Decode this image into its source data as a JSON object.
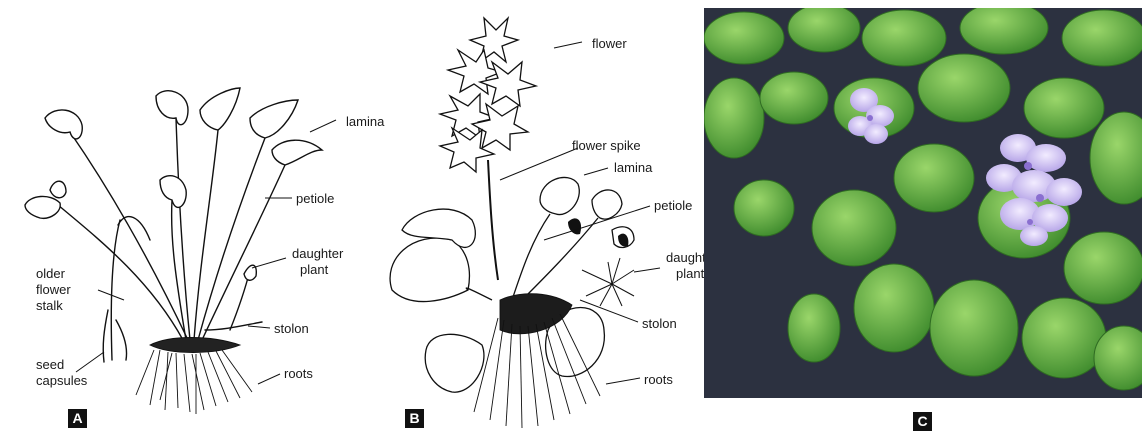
{
  "panel_a": {
    "tag": "A",
    "labels": {
      "lamina": "lamina",
      "petiole": "petiole",
      "daughter_1": "daughter",
      "daughter_2": "plant",
      "older_1": "older",
      "older_2": "flower",
      "older_3": "stalk",
      "stolon": "stolon",
      "seed_1": "seed",
      "seed_2": "capsules",
      "roots": "roots"
    }
  },
  "panel_b": {
    "tag": "B",
    "labels": {
      "flower": "flower",
      "flower_spike": "flower spike",
      "lamina": "lamina",
      "petiole": "petiole",
      "daughter_1": "daughter",
      "daughter_2": "plant",
      "stolon": "stolon",
      "roots": "roots"
    }
  },
  "panel_c": {
    "tag": "C",
    "colors": {
      "water": "#2c3140",
      "leaf": "#5fae3e",
      "leaf_light": "#8fd064",
      "flower": "#d9cdf2",
      "flower_center": "#8a6fd0"
    }
  }
}
